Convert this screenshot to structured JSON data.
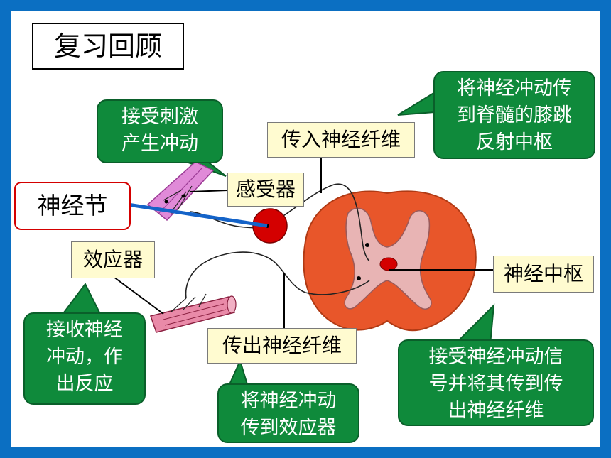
{
  "title": "复习回顾",
  "labels": {
    "afferent": "传入神经纤维",
    "receptor": "感受器",
    "ganglion": "神经节",
    "effector": "效应器",
    "center": "神经中枢",
    "efferent": "传出神经纤维"
  },
  "bubbles": {
    "receptor_fn": [
      "接受刺激",
      "产生冲动"
    ],
    "afferent_fn": [
      "将神经冲动传",
      "到脊髓的膝跳",
      "反射中枢"
    ],
    "effector_fn": [
      "接收神经",
      "冲动，作",
      "出反应"
    ],
    "efferent_fn": [
      "将神经冲动",
      "传到效应器"
    ],
    "center_fn": [
      "接受神经冲动信",
      "号并将其传到传",
      "出神经纤维"
    ]
  },
  "colors": {
    "frame": "#0b6fc2",
    "bubble": "#0f8a3b",
    "label_bg": "#fffbd0",
    "spinal_cord": "#e8562a",
    "grey_matter": "#e8b4b4",
    "ganglion": "#d40000",
    "ganglion_pointer": "#1463c8"
  }
}
